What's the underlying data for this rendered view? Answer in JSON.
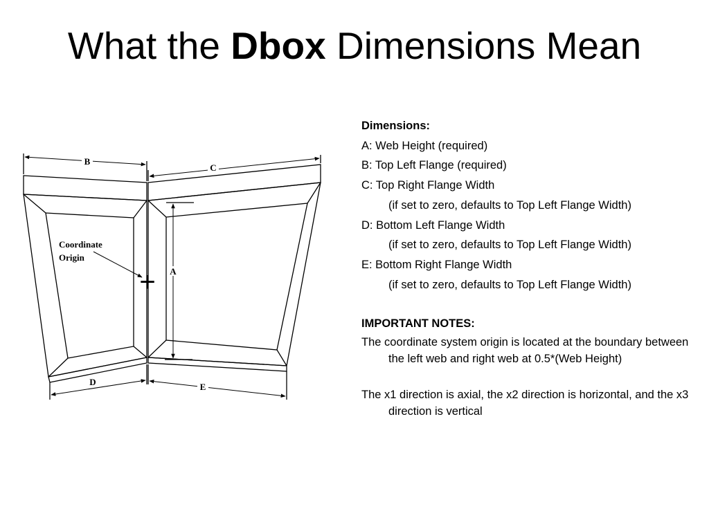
{
  "title": {
    "prefix": "What the ",
    "bold": "Dbox",
    "suffix": " Dimensions Mean"
  },
  "diagram": {
    "labels": {
      "b": "B",
      "c": "C",
      "a": "A",
      "d": "D",
      "e": "E",
      "origin_line1": "Coordinate",
      "origin_line2": "Origin",
      "origin_marker": "+"
    }
  },
  "dimensions": {
    "heading": "Dimensions:",
    "items": [
      "A: Web Height (required)",
      "B: Top Left Flange (required)",
      "C: Top Right Flange Width",
      "(if set to zero, defaults to Top Left Flange Width)",
      "D: Bottom Left Flange Width",
      "(if set to zero, defaults to Top Left Flange Width)",
      "E: Bottom Right Flange Width",
      "(if set to zero, defaults to Top Left Flange Width)"
    ]
  },
  "notes": {
    "heading": "IMPORTANT NOTES:",
    "paragraphs": [
      "The coordinate system origin is located at the boundary between the left web and right web at 0.5*(Web Height)",
      "The x1 direction is axial, the x2 direction is horizontal, and the x3 direction is vertical"
    ]
  }
}
